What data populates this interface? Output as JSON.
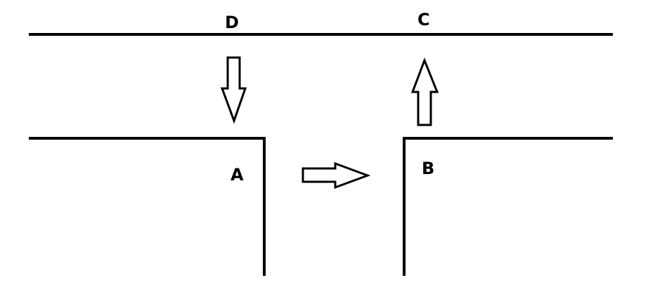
{
  "labels": {
    "d": "D",
    "c": "C",
    "a": "A",
    "b": "B"
  },
  "arrows": {
    "down_from_d": "down",
    "right_a_to_b": "right",
    "up_to_c": "up"
  },
  "colors": {
    "line": "#000000",
    "arrow_fill": "#ffffff",
    "background": "#ffffff"
  }
}
